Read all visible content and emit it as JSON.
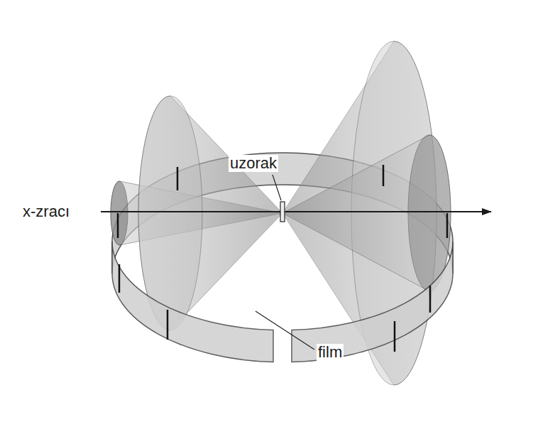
{
  "diagram": {
    "labels": [
      "uzorak",
      "x-zracı",
      "film"
    ]
  }
}
